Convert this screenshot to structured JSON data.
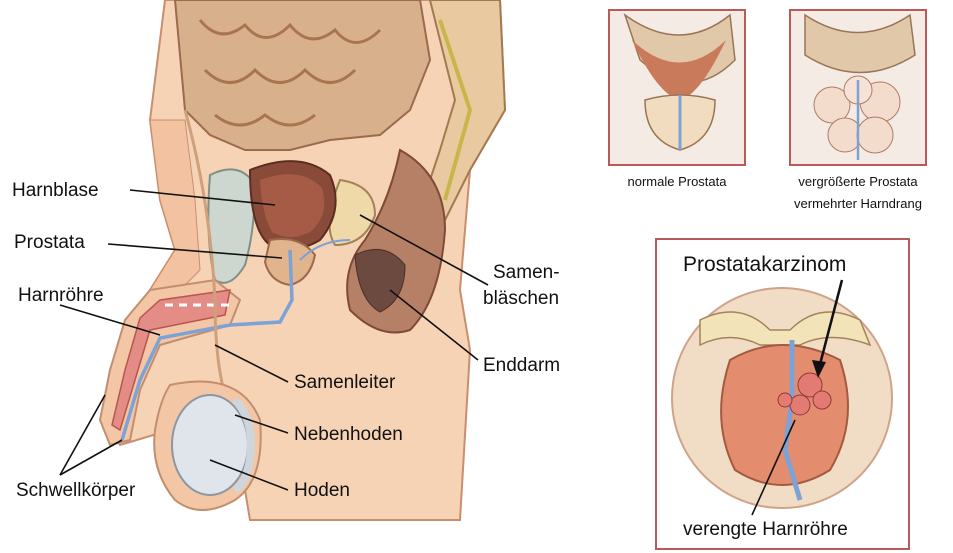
{
  "labels": {
    "harnblase": "Harnblase",
    "prostata": "Prostata",
    "harnroehre": "Harnröhre",
    "schwellkoerper": "Schwellkörper",
    "samenblaeschen_line1": "Samen-",
    "samenblaeschen_line2": "bläschen",
    "enddarm": "Enddarm",
    "samenleiter": "Samenleiter",
    "nebenhoden": "Nebenhoden",
    "hoden": "Hoden"
  },
  "insets": {
    "normal": {
      "caption": "normale Prostata"
    },
    "enlarged": {
      "caption_line1": "vergrößerte Prostata",
      "caption_line2": "vermehrter Harndrang"
    },
    "carcinoma": {
      "title": "Prostatakarzinom",
      "caption": "verengte Harnröhre"
    }
  },
  "colors": {
    "frame": "#b85a5a",
    "tissue": "#f2c9a8",
    "muscle": "#e8a48a",
    "bladder": "#8a4a3a",
    "intestine": "#d9b08c",
    "urethra": "#7da2d6",
    "testis": "#dfe5ea",
    "tumor": "#e47a74"
  }
}
